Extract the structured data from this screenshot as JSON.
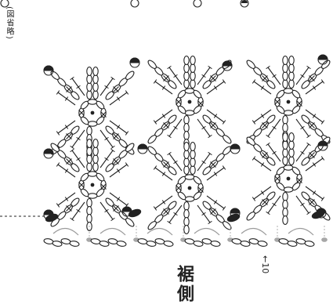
{
  "note": "(図省略)",
  "side_label": "裾側",
  "row_indicator": "←10",
  "colors": {
    "ink": "#222222",
    "gray_stitch": "#9a9a9a",
    "gray_dot": "#a8a8a8",
    "background": "#ffffff"
  },
  "icons": [
    "chain-loop",
    "double-crochet",
    "single-crochet-x",
    "slip-stitch-dot",
    "filled-oval"
  ]
}
